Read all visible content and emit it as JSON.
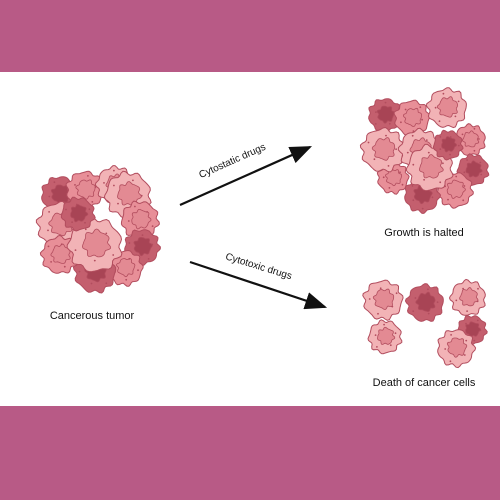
{
  "colors": {
    "frame": "#b85a86",
    "panel": "#ffffff",
    "cell_light": "#f2b3b6",
    "cell_mid": "#e88f98",
    "cell_dark": "#c45f6e",
    "nucleus_light": "#e38a93",
    "nucleus_dark": "#a84455",
    "outline": "#b24d5e",
    "arrow": "#111111"
  },
  "labels": {
    "tumor": "Cancerous tumor",
    "halted": "Growth is halted",
    "death": "Death of cancer cells",
    "cytostatic": "Cytostatic drugs",
    "cytotoxic": "Cytotoxic drugs"
  }
}
